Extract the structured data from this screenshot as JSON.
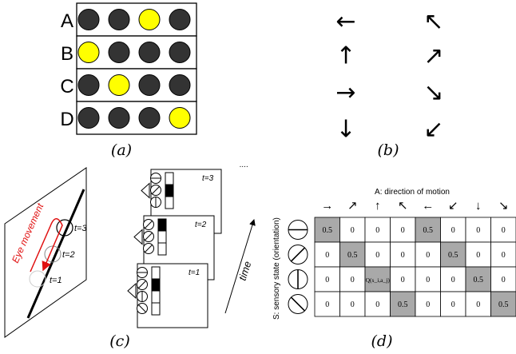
{
  "panel_a": {
    "caption": "(a)",
    "rows": [
      {
        "label": "A",
        "yellow_index": 2
      },
      {
        "label": "B",
        "yellow_index": 0
      },
      {
        "label": "C",
        "yellow_index": 1
      },
      {
        "label": "D",
        "yellow_index": 3
      }
    ],
    "colors": {
      "dark": "#333333",
      "yellow": "#ffff00"
    }
  },
  "panel_b": {
    "caption": "(b)",
    "left_arrows": [
      "←",
      "↑",
      "→",
      "↓"
    ],
    "right_arrows": [
      "↖",
      "↗",
      "↘",
      "↙"
    ]
  },
  "panel_c": {
    "caption": "(c)",
    "eye_label": "Eye movement",
    "t_labels": [
      "t=3",
      "t=2",
      "t=1"
    ],
    "frame_labels": [
      "t=3",
      "t=2",
      "t=1"
    ],
    "dots": "....",
    "time_label": "time"
  },
  "panel_d": {
    "caption": "(d)",
    "col_title": "A: direction of motion",
    "row_title": "S: sensory state (orientation)",
    "arrows": [
      "→",
      "↗",
      "↑",
      "↖",
      "←",
      "↙",
      "↓",
      "↘"
    ],
    "rows": [
      [
        "0.5",
        "0",
        "0",
        "0",
        "0.5",
        "0",
        "0",
        "0"
      ],
      [
        "0",
        "0.5",
        "0",
        "0",
        "0",
        "0.5",
        "0",
        "0"
      ],
      [
        "0",
        "0",
        "Q(s_i,a_j)",
        "0",
        "0",
        "0",
        "0.5",
        "0"
      ],
      [
        "0",
        "0",
        "0",
        "0.5",
        "0",
        "0",
        "0",
        "0.5"
      ]
    ],
    "shaded": [
      [
        0,
        0
      ],
      [
        0,
        4
      ],
      [
        1,
        1
      ],
      [
        1,
        5
      ],
      [
        2,
        2
      ],
      [
        2,
        6
      ],
      [
        3,
        3
      ],
      [
        3,
        7
      ]
    ],
    "colors": {
      "shade": "#a9a9a9"
    }
  }
}
